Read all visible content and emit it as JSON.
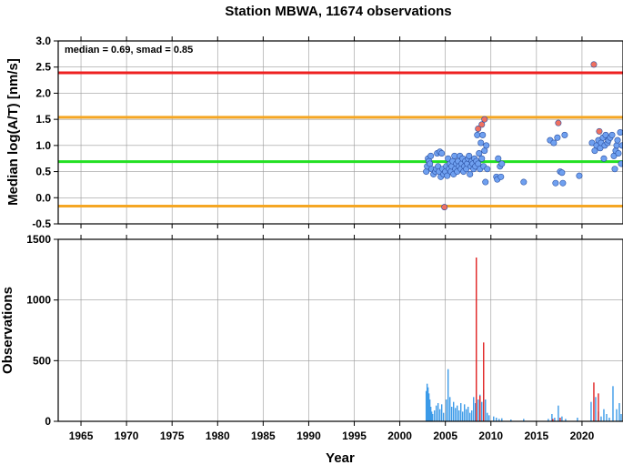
{
  "title": "Station MBWA, 11674 observations",
  "xlabel": "Year",
  "colors": {
    "red_line": "#ee2020",
    "orange_line": "#f5a623",
    "green_line": "#22e022",
    "blue_point": "#6fa0f0",
    "red_point": "#f07060",
    "blue_bar": "#3b9ae8",
    "red_bar": "#e02020",
    "grid": "#9a9a9a"
  },
  "chart_data": [
    {
      "type": "scatter",
      "ylabel": "Median log(A/T) [nm/s]",
      "annotation": "median = 0.69, smad = 0.85",
      "xlim": [
        1962.5,
        2024.5
      ],
      "ylim": [
        -0.5,
        3.0
      ],
      "xticks": [
        1965,
        1970,
        1975,
        1980,
        1985,
        1990,
        1995,
        2000,
        2005,
        2010,
        2015,
        2020
      ],
      "yticks": [
        -0.5,
        0.0,
        0.5,
        1.0,
        1.5,
        2.0,
        2.5,
        3.0
      ],
      "ytick_labels": [
        "-0.5",
        "0.0",
        "0.5",
        "1.0",
        "1.5",
        "2.0",
        "2.5",
        "3.0"
      ],
      "hlines": [
        {
          "y": 2.39,
          "color": "#ee2020"
        },
        {
          "y": 1.54,
          "color": "#f5a623"
        },
        {
          "y": 0.69,
          "color": "#22e022"
        },
        {
          "y": -0.16,
          "color": "#f5a623"
        }
      ],
      "series": [
        {
          "color": "#6fa0f0",
          "points": [
            [
              2002.9,
              0.5
            ],
            [
              2003.0,
              0.6
            ],
            [
              2003.1,
              0.75
            ],
            [
              2003.2,
              0.7
            ],
            [
              2003.3,
              0.65
            ],
            [
              2003.4,
              0.8
            ],
            [
              2003.5,
              0.55
            ],
            [
              2003.7,
              0.45
            ],
            [
              2003.9,
              0.5
            ],
            [
              2004.0,
              0.55
            ],
            [
              2004.1,
              0.85
            ],
            [
              2004.2,
              0.6
            ],
            [
              2004.3,
              0.5
            ],
            [
              2004.4,
              0.88
            ],
            [
              2004.5,
              0.4
            ],
            [
              2004.6,
              0.85
            ],
            [
              2004.7,
              0.55
            ],
            [
              2004.8,
              0.45
            ],
            [
              2005.0,
              0.5
            ],
            [
              2005.1,
              0.6
            ],
            [
              2005.2,
              0.42
            ],
            [
              2005.3,
              0.75
            ],
            [
              2005.4,
              0.55
            ],
            [
              2005.5,
              0.65
            ],
            [
              2005.6,
              0.5
            ],
            [
              2005.7,
              0.6
            ],
            [
              2005.8,
              0.7
            ],
            [
              2005.9,
              0.45
            ],
            [
              2006.0,
              0.8
            ],
            [
              2006.1,
              0.55
            ],
            [
              2006.2,
              0.65
            ],
            [
              2006.3,
              0.5
            ],
            [
              2006.4,
              0.7
            ],
            [
              2006.5,
              0.6
            ],
            [
              2006.6,
              0.8
            ],
            [
              2006.7,
              0.55
            ],
            [
              2006.8,
              0.65
            ],
            [
              2006.9,
              0.75
            ],
            [
              2007.0,
              0.5
            ],
            [
              2007.1,
              0.6
            ],
            [
              2007.2,
              0.7
            ],
            [
              2007.3,
              0.55
            ],
            [
              2007.4,
              0.65
            ],
            [
              2007.5,
              0.75
            ],
            [
              2007.6,
              0.8
            ],
            [
              2007.7,
              0.45
            ],
            [
              2007.8,
              0.6
            ],
            [
              2007.9,
              0.7
            ],
            [
              2008.0,
              0.65
            ],
            [
              2008.1,
              0.55
            ],
            [
              2008.2,
              0.75
            ],
            [
              2008.3,
              0.6
            ],
            [
              2008.4,
              0.7
            ],
            [
              2008.5,
              1.2
            ],
            [
              2008.6,
              0.65
            ],
            [
              2008.7,
              0.85
            ],
            [
              2008.8,
              0.55
            ],
            [
              2008.9,
              1.05
            ],
            [
              2009.0,
              0.75
            ],
            [
              2009.1,
              1.2
            ],
            [
              2009.2,
              0.6
            ],
            [
              2009.3,
              0.9
            ],
            [
              2009.4,
              0.3
            ],
            [
              2009.5,
              1.0
            ],
            [
              2009.6,
              0.55
            ],
            [
              2010.6,
              0.4
            ],
            [
              2010.7,
              0.35
            ],
            [
              2010.8,
              0.75
            ],
            [
              2011.0,
              0.6
            ],
            [
              2011.1,
              0.4
            ],
            [
              2011.2,
              0.65
            ],
            [
              2013.6,
              0.3
            ],
            [
              2016.5,
              1.1
            ],
            [
              2016.9,
              1.05
            ],
            [
              2017.1,
              0.28
            ],
            [
              2017.3,
              1.15
            ],
            [
              2017.6,
              0.5
            ],
            [
              2017.8,
              0.48
            ],
            [
              2017.9,
              0.28
            ],
            [
              2018.1,
              1.2
            ],
            [
              2019.7,
              0.42
            ],
            [
              2021.1,
              1.05
            ],
            [
              2021.4,
              0.9
            ],
            [
              2021.6,
              1.0
            ],
            [
              2021.8,
              1.1
            ],
            [
              2022.0,
              0.95
            ],
            [
              2022.1,
              1.05
            ],
            [
              2022.3,
              1.15
            ],
            [
              2022.4,
              0.75
            ],
            [
              2022.5,
              1.0
            ],
            [
              2022.6,
              1.2
            ],
            [
              2022.8,
              1.05
            ],
            [
              2022.9,
              1.1
            ],
            [
              2023.1,
              1.15
            ],
            [
              2023.3,
              1.2
            ],
            [
              2023.5,
              0.8
            ],
            [
              2023.6,
              0.55
            ],
            [
              2023.7,
              0.9
            ],
            [
              2023.8,
              1.0
            ],
            [
              2023.9,
              1.1
            ],
            [
              2024.0,
              0.85
            ],
            [
              2024.2,
              1.25
            ],
            [
              2024.3,
              0.65
            ],
            [
              2024.4,
              1.0
            ]
          ]
        },
        {
          "color": "#f07060",
          "points": [
            [
              2004.9,
              -0.18
            ],
            [
              2008.6,
              1.32
            ],
            [
              2009.0,
              1.4
            ],
            [
              2009.3,
              1.5
            ],
            [
              2017.4,
              1.43
            ],
            [
              2021.3,
              2.55
            ],
            [
              2021.9,
              1.27
            ]
          ]
        }
      ]
    },
    {
      "type": "bar",
      "ylabel": "Observations",
      "xlim": [
        1962.5,
        2024.5
      ],
      "ylim": [
        0,
        1500
      ],
      "xticks": [
        1965,
        1970,
        1975,
        1980,
        1985,
        1990,
        1995,
        2000,
        2005,
        2010,
        2015,
        2020
      ],
      "xtick_labels": [
        "1965",
        "1970",
        "1975",
        "1980",
        "1985",
        "1990",
        "1995",
        "2000",
        "2005",
        "2010",
        "2015",
        "2020"
      ],
      "yticks": [
        0,
        500,
        1000,
        1500
      ],
      "ytick_labels": [
        "0",
        "500",
        "1000",
        "1500"
      ],
      "series": [
        {
          "color": "#3b9ae8",
          "bars": [
            [
              2002.9,
              250
            ],
            [
              2003.0,
              310
            ],
            [
              2003.1,
              280
            ],
            [
              2003.2,
              230
            ],
            [
              2003.3,
              180
            ],
            [
              2003.4,
              120
            ],
            [
              2003.5,
              80
            ],
            [
              2003.6,
              60
            ],
            [
              2003.8,
              90
            ],
            [
              2004.0,
              130
            ],
            [
              2004.2,
              150
            ],
            [
              2004.4,
              100
            ],
            [
              2004.6,
              140
            ],
            [
              2004.8,
              70
            ],
            [
              2005.1,
              180
            ],
            [
              2005.3,
              430
            ],
            [
              2005.5,
              200
            ],
            [
              2005.7,
              120
            ],
            [
              2005.9,
              160
            ],
            [
              2006.1,
              110
            ],
            [
              2006.3,
              130
            ],
            [
              2006.5,
              90
            ],
            [
              2006.7,
              150
            ],
            [
              2006.9,
              80
            ],
            [
              2007.1,
              140
            ],
            [
              2007.3,
              100
            ],
            [
              2007.5,
              120
            ],
            [
              2007.7,
              70
            ],
            [
              2007.9,
              90
            ],
            [
              2008.1,
              200
            ],
            [
              2008.3,
              150
            ],
            [
              2008.6,
              180
            ],
            [
              2008.8,
              220
            ],
            [
              2009.0,
              160
            ],
            [
              2009.2,
              260
            ],
            [
              2009.4,
              180
            ],
            [
              2009.6,
              70
            ],
            [
              2009.8,
              50
            ],
            [
              2010.3,
              40
            ],
            [
              2010.6,
              30
            ],
            [
              2010.9,
              20
            ],
            [
              2011.2,
              25
            ],
            [
              2012.2,
              15
            ],
            [
              2013.6,
              20
            ],
            [
              2016.3,
              20
            ],
            [
              2016.7,
              60
            ],
            [
              2017.0,
              30
            ],
            [
              2017.4,
              130
            ],
            [
              2017.8,
              40
            ],
            [
              2018.2,
              20
            ],
            [
              2019.5,
              30
            ],
            [
              2021.0,
              160
            ],
            [
              2021.5,
              200
            ],
            [
              2021.8,
              80
            ],
            [
              2022.1,
              40
            ],
            [
              2022.4,
              100
            ],
            [
              2022.7,
              60
            ],
            [
              2023.0,
              30
            ],
            [
              2023.4,
              290
            ],
            [
              2023.8,
              100
            ],
            [
              2024.1,
              150
            ],
            [
              2024.3,
              60
            ]
          ]
        },
        {
          "color": "#e02020",
          "bars": [
            [
              2008.4,
              1350
            ],
            [
              2008.8,
              210
            ],
            [
              2009.2,
              650
            ],
            [
              2016.8,
              20
            ],
            [
              2017.6,
              30
            ],
            [
              2021.3,
              320
            ],
            [
              2021.8,
              230
            ]
          ]
        }
      ]
    }
  ]
}
